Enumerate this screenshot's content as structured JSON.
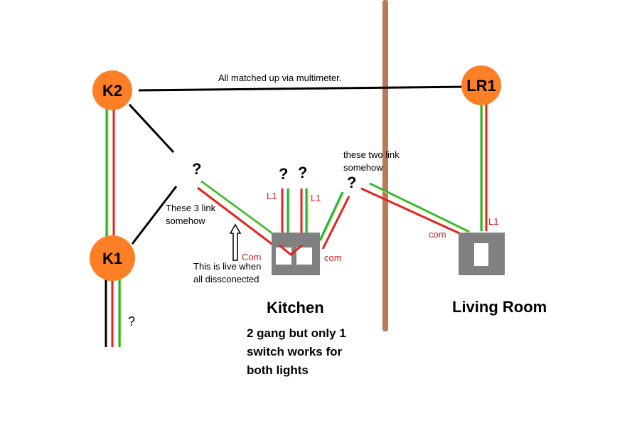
{
  "colors": {
    "node": "#ff7f27",
    "wall": "#b97a57",
    "live": "#e8201e",
    "earth_green": "#22b14c",
    "earth_yellow": "#d8e020",
    "neutral": "#000000",
    "switch_plate": "#808080",
    "label_red": "#d42020"
  },
  "nodes": {
    "k2": "K2",
    "k1": "K1",
    "lr1": "LR1"
  },
  "notes": {
    "multimeter": "All matched up via multimeter.",
    "three_link_1": "These 3 link",
    "three_link_2": "somehow",
    "two_link_1": "these two link",
    "two_link_2": "somehow",
    "live_note_1": "This is live when",
    "live_note_2": "all dissconected"
  },
  "marks": {
    "q_left": "?",
    "q_top1": "?",
    "q_top2": "?",
    "q_right": "?",
    "q_bottom": "?"
  },
  "wire_labels": {
    "l1_a": "L1",
    "l1_b": "L1",
    "l1_lr": "L1",
    "com_kitchen_left": "Com",
    "com_kitchen_right": "com",
    "com_lr": "com"
  },
  "rooms": {
    "kitchen": "Kitchen",
    "living_room": "Living Room"
  },
  "kitchen_note": {
    "line1": "2 gang but only 1",
    "line2": "switch works for",
    "line3": "both lights"
  }
}
